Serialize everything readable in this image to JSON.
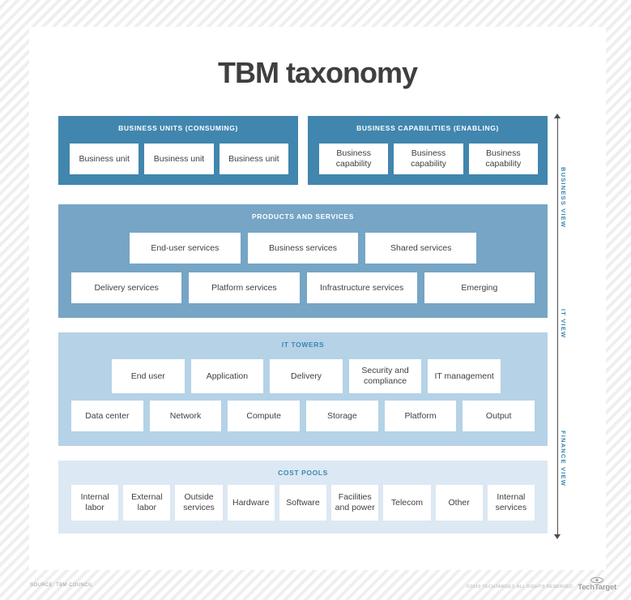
{
  "page": {
    "title": "TBM taxonomy",
    "source_note": "SOURCE: TBM COUNCIL",
    "copyright": "©2019 TECHTARGET, ALL RIGHTS RESERVED",
    "brand": "TechTarget"
  },
  "colors": {
    "dark_blue": "#4186ae",
    "medium_blue": "#76a5c5",
    "light_blue": "#b5d2e7",
    "lightest_blue": "#dce8f3",
    "accent_blue": "#3c86b2",
    "title_gray": "#3f3f41"
  },
  "views": [
    {
      "label": "BUSINESS VIEW"
    },
    {
      "label": "IT VIEW"
    },
    {
      "label": "FINANCE VIEW"
    }
  ],
  "sections": {
    "business_units": {
      "header": "BUSINESS UNITS (CONSUMING)",
      "items": [
        "Business unit",
        "Business unit",
        "Business unit"
      ]
    },
    "business_capabilities": {
      "header": "BUSINESS CAPABILITIES (ENABLING)",
      "items": [
        "Business capability",
        "Business capability",
        "Business capability"
      ]
    },
    "products_services": {
      "header": "PRODUCTS AND SERVICES",
      "row1": [
        "End-user services",
        "Business services",
        "Shared services"
      ],
      "row2": [
        "Delivery services",
        "Platform services",
        "Infrastructure services",
        "Emerging"
      ]
    },
    "it_towers": {
      "header": "IT TOWERS",
      "row1": [
        "End user",
        "Application",
        "Delivery",
        "Security and compliance",
        "IT management"
      ],
      "row2": [
        "Data center",
        "Network",
        "Compute",
        "Storage",
        "Platform",
        "Output"
      ]
    },
    "cost_pools": {
      "header": "COST POOLS",
      "items": [
        "Internal labor",
        "External labor",
        "Outside services",
        "Hardware",
        "Software",
        "Facilities and power",
        "Telecom",
        "Other",
        "Internal services"
      ]
    }
  }
}
